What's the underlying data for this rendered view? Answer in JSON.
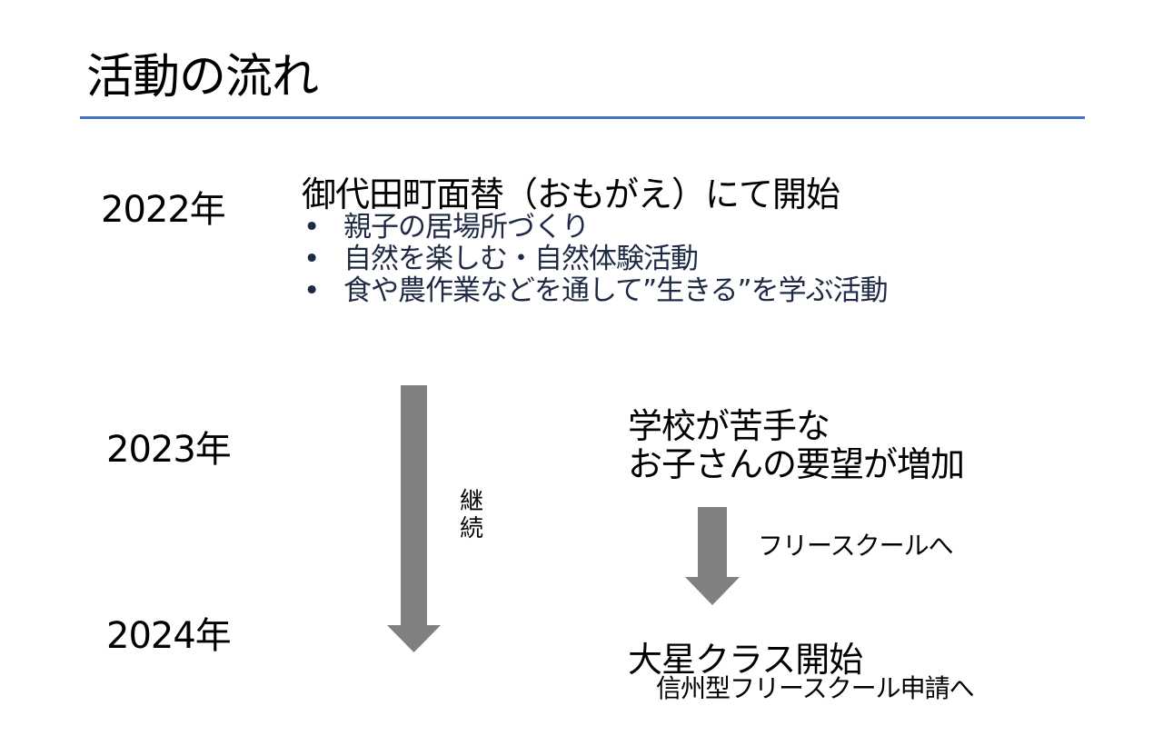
{
  "slide": {
    "title": "活動の流れ",
    "accent_color": "#4472c4",
    "arrow_color": "#808080"
  },
  "timeline": {
    "years": [
      "2022年",
      "2023年",
      "2024年"
    ],
    "start": {
      "heading": "御代田町面替（おもがえ）にて開始",
      "bullets": [
        "親子の居場所づくり",
        "自然を楽しむ・自然体験活動",
        "食や農作業などを通して”生きる”を学ぶ活動"
      ],
      "bullet_symbol": "•"
    },
    "continuation_label": "継続",
    "need": {
      "line1": "学校が苦手な",
      "line2": "お子さんの要望が増加"
    },
    "transition_label": "フリースクールへ",
    "result": {
      "heading": "大星クラス開始",
      "subtext": "信州型フリースクール申請へ"
    }
  }
}
